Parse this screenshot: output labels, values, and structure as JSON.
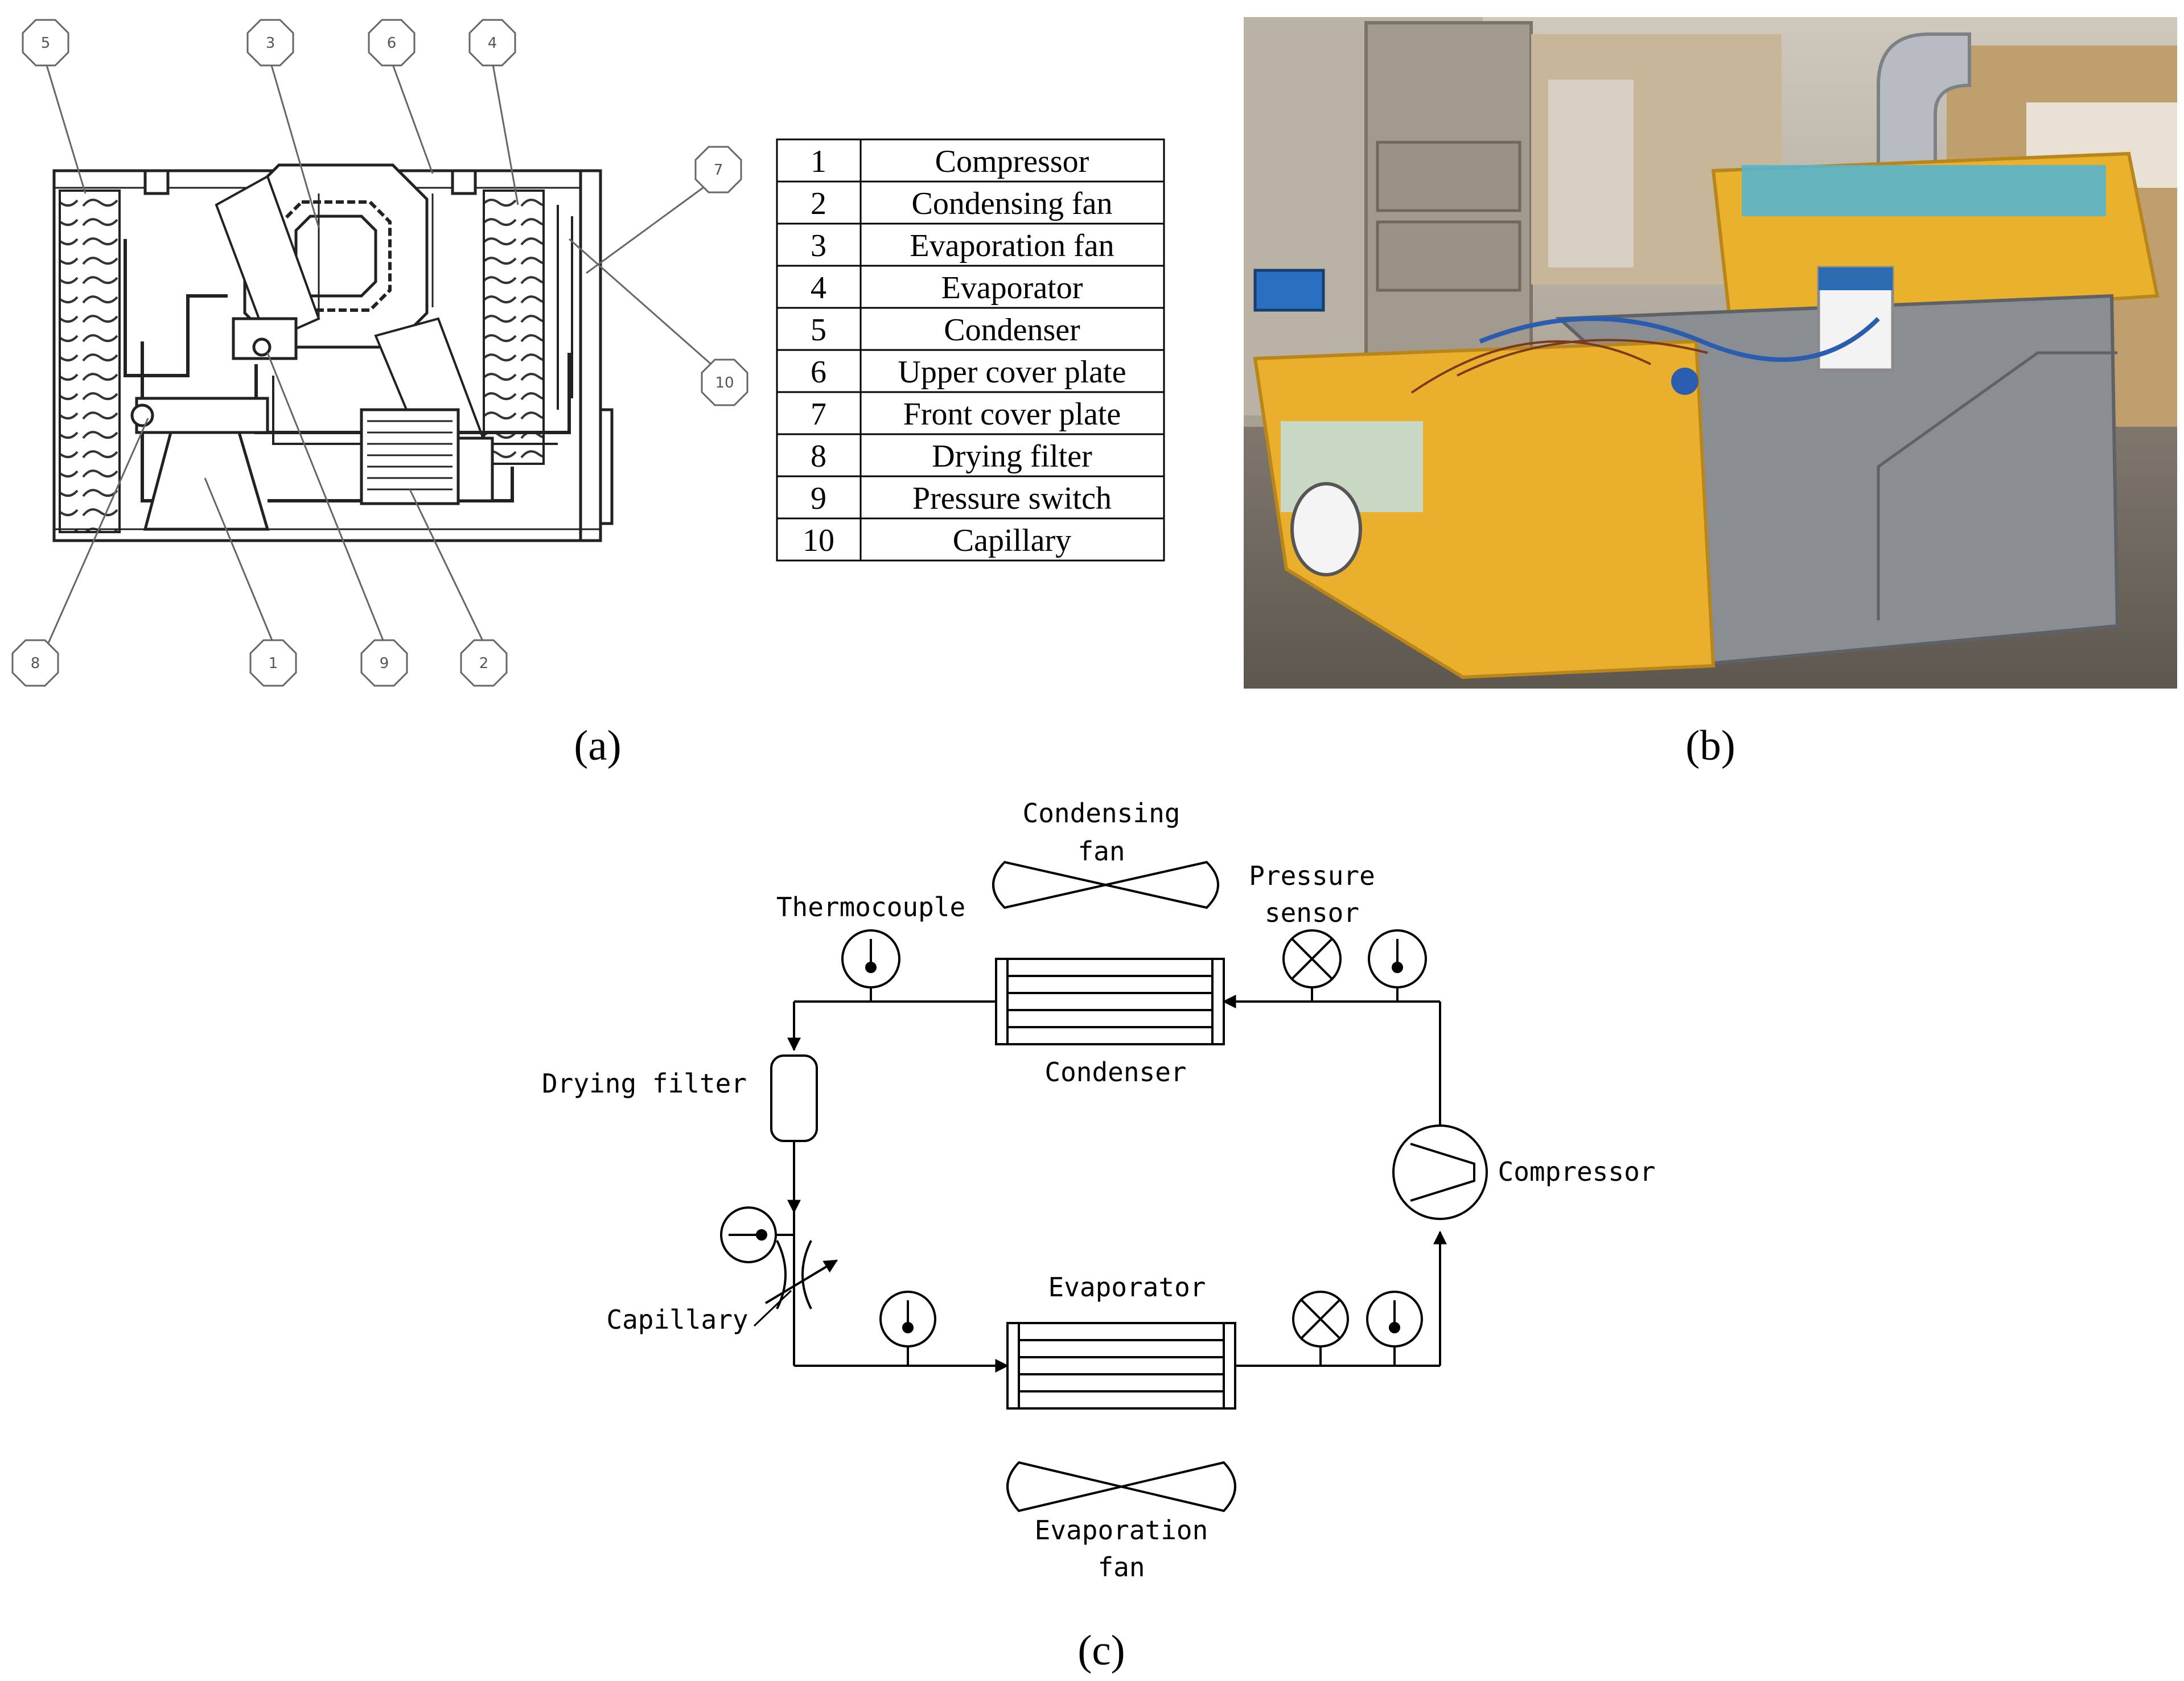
{
  "panel_a": {
    "caption": "(a)",
    "callouts": [
      "1",
      "2",
      "3",
      "4",
      "5",
      "6",
      "7",
      "8",
      "9",
      "10"
    ],
    "legend": [
      {
        "num": "1",
        "name": "Compressor"
      },
      {
        "num": "2",
        "name": "Condensing fan"
      },
      {
        "num": "3",
        "name": "Evaporation fan"
      },
      {
        "num": "4",
        "name": "Evaporator"
      },
      {
        "num": "5",
        "name": "Condenser"
      },
      {
        "num": "6",
        "name": "Upper cover plate"
      },
      {
        "num": "7",
        "name": "Front cover plate"
      },
      {
        "num": "8",
        "name": "Drying filter"
      },
      {
        "num": "9",
        "name": "Pressure switch"
      },
      {
        "num": "10",
        "name": "Capillary"
      }
    ]
  },
  "panel_b": {
    "caption": "(b)"
  },
  "panel_c": {
    "caption": "(c)",
    "labels": {
      "condensing_fan_l1": "Condensing",
      "condensing_fan_l2": "fan",
      "thermocouple": "Thermocouple",
      "pressure_sensor_l1": "Pressure",
      "pressure_sensor_l2": "sensor",
      "drying_filter": "Drying filter",
      "condenser": "Condenser",
      "compressor": "Compressor",
      "capillary": "Capillary",
      "evaporator": "Evaporator",
      "evaporation_fan_l1": "Evaporation",
      "evaporation_fan_l2": "fan"
    }
  }
}
